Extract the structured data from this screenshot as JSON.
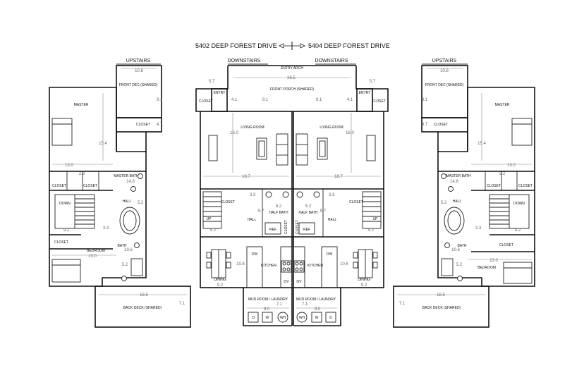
{
  "title": {
    "left_address": "5402 DEEP FOREST DRIVE",
    "right_address": "5404 DEEP FOREST DRIVE"
  },
  "headers": {
    "upstairs": "UPSTAIRS",
    "downstairs": "DOWNSTAIRS"
  },
  "rooms": {
    "front_dec_shared": "FRONT DEC (SHARED)",
    "closet": "CLOSET",
    "master": "MASTER",
    "master_bath": "MASTER BATH",
    "hall": "HALL",
    "down": "DOWN",
    "bath": "BATH",
    "bedroom": "BEDROOM",
    "back_deck_shared": "BACK DECK (SHARED)",
    "entry_arch": "ENTRY ARCH",
    "front_porch_shared": "FRONT PORCH (SHARED)",
    "entry": "ENTRY",
    "living_room": "LIVING ROOM",
    "half_bath": "HALF BATH",
    "up": "UP",
    "ref": "REF",
    "kitchen": "KITCHEN",
    "dining": "DINING",
    "dw": "DW",
    "ov": "OV",
    "mud_room_laundry": "MUD ROOM / LAUNDRY",
    "d": "D",
    "w": "W",
    "wh": "WH"
  },
  "dimensions": {
    "d_10_8": "10.8",
    "d_9_1": "9.1",
    "d_4_7": "4.7",
    "d_15_4": "15.4",
    "d_13_0": "13.0",
    "d_2_2": "2.2",
    "d_14_8": "14.8",
    "d_5_2": "5.2",
    "d_9_2": "9.2",
    "d_3_3": "3.3",
    "d_10_6": "10.6",
    "d_18_5": "18.5",
    "d_7_1": "7.1",
    "d_26_5": "26.5",
    "d_5_7": "5.7",
    "d_4_1": "4.1",
    "d_16_0": "16.0",
    "d_18_7": "18.7",
    "d_9_7": "9.7",
    "d_9_0": "9.0"
  }
}
